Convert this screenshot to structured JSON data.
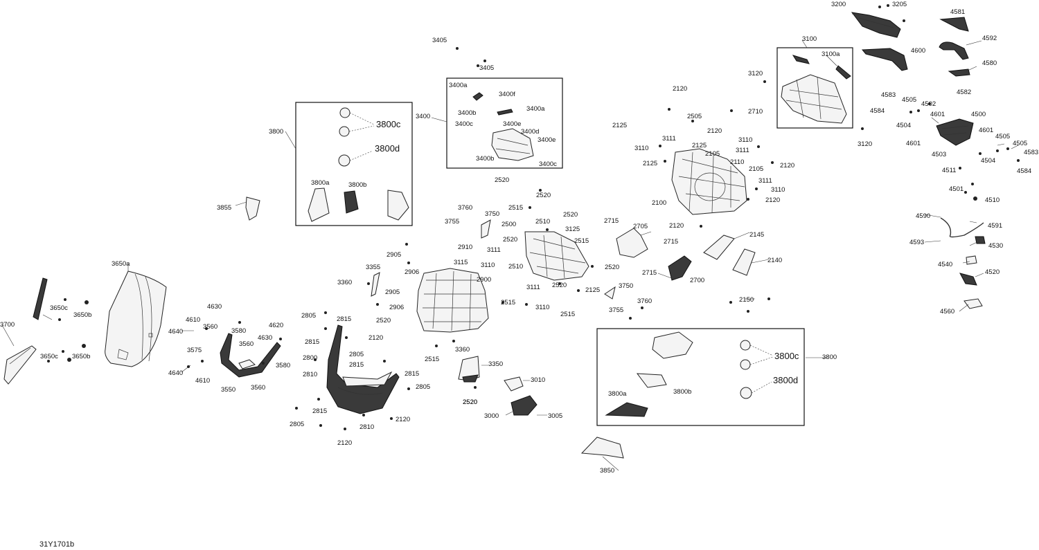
{
  "diagram": {
    "reference": "31Y1701b",
    "callouts": [
      {
        "id": "c3200",
        "text": "3200"
      },
      {
        "id": "c3205",
        "text": "3205"
      },
      {
        "id": "c4581",
        "text": "4581"
      },
      {
        "id": "c4592",
        "text": "4592"
      },
      {
        "id": "c4600",
        "text": "4600"
      },
      {
        "id": "c4580",
        "text": "4580"
      },
      {
        "id": "c3100",
        "text": "3100"
      },
      {
        "id": "c3100a",
        "text": "3100a"
      },
      {
        "id": "c3120a",
        "text": "3120"
      },
      {
        "id": "c3120b",
        "text": "3120"
      },
      {
        "id": "c3405a",
        "text": "3405"
      },
      {
        "id": "c3405b",
        "text": "3405"
      },
      {
        "id": "c3400",
        "text": "3400"
      },
      {
        "id": "c3400a1",
        "text": "3400a"
      },
      {
        "id": "c3400f",
        "text": "3400f"
      },
      {
        "id": "c3400b1",
        "text": "3400b"
      },
      {
        "id": "c3400a2",
        "text": "3400a"
      },
      {
        "id": "c3400c1",
        "text": "3400c"
      },
      {
        "id": "c3400e1",
        "text": "3400e"
      },
      {
        "id": "c3400d",
        "text": "3400d"
      },
      {
        "id": "c3400e2",
        "text": "3400e"
      },
      {
        "id": "c3400b2",
        "text": "3400b"
      },
      {
        "id": "c3400c2",
        "text": "3400c"
      },
      {
        "id": "c3800L",
        "text": "3800"
      },
      {
        "id": "c3800cL",
        "text": "3800c"
      },
      {
        "id": "c3800dL",
        "text": "3800d"
      },
      {
        "id": "c3800aL",
        "text": "3800a"
      },
      {
        "id": "c3800bL",
        "text": "3800b"
      },
      {
        "id": "c3855",
        "text": "3855"
      },
      {
        "id": "c2120a",
        "text": "2120"
      },
      {
        "id": "c2710",
        "text": "2710"
      },
      {
        "id": "c2505",
        "text": "2505"
      },
      {
        "id": "c2125a",
        "text": "2125"
      },
      {
        "id": "c2120b",
        "text": "2120"
      },
      {
        "id": "c3111a",
        "text": "3111"
      },
      {
        "id": "c3110a",
        "text": "3110"
      },
      {
        "id": "c3110b",
        "text": "3110"
      },
      {
        "id": "c2125b",
        "text": "2125"
      },
      {
        "id": "c3111b",
        "text": "3111"
      },
      {
        "id": "c2105a",
        "text": "2105"
      },
      {
        "id": "c2110",
        "text": "2110"
      },
      {
        "id": "c2125c",
        "text": "2125"
      },
      {
        "id": "c2120c",
        "text": "2120"
      },
      {
        "id": "c2105b",
        "text": "2105"
      },
      {
        "id": "c3111c",
        "text": "3111"
      },
      {
        "id": "c3110c",
        "text": "3110"
      },
      {
        "id": "c2120d",
        "text": "2120"
      },
      {
        "id": "c2100",
        "text": "2100"
      },
      {
        "id": "c2120e",
        "text": "2120"
      },
      {
        "id": "c4583a",
        "text": "4583"
      },
      {
        "id": "c4505a",
        "text": "4505"
      },
      {
        "id": "c4582",
        "text": "4582"
      },
      {
        "id": "c4584a",
        "text": "4584"
      },
      {
        "id": "c4502",
        "text": "4502"
      },
      {
        "id": "c4601a",
        "text": "4601"
      },
      {
        "id": "c4500",
        "text": "4500"
      },
      {
        "id": "c4504a",
        "text": "4504"
      },
      {
        "id": "c4601b",
        "text": "4601"
      },
      {
        "id": "c4505b",
        "text": "4505"
      },
      {
        "id": "c4505c",
        "text": "4505"
      },
      {
        "id": "c4601c",
        "text": "4601"
      },
      {
        "id": "c4503",
        "text": "4503"
      },
      {
        "id": "c4504b",
        "text": "4504"
      },
      {
        "id": "c4583b",
        "text": "4583"
      },
      {
        "id": "c4584b",
        "text": "4584"
      },
      {
        "id": "c4511",
        "text": "4511"
      },
      {
        "id": "c4501",
        "text": "4501"
      },
      {
        "id": "c4510",
        "text": "4510"
      },
      {
        "id": "c4590",
        "text": "4590"
      },
      {
        "id": "c4591",
        "text": "4591"
      },
      {
        "id": "c4593",
        "text": "4593"
      },
      {
        "id": "c4530",
        "text": "4530"
      },
      {
        "id": "c4540",
        "text": "4540"
      },
      {
        "id": "c4520",
        "text": "4520"
      },
      {
        "id": "c4560",
        "text": "4560"
      },
      {
        "id": "c2520a",
        "text": "2520"
      },
      {
        "id": "c2520b",
        "text": "2520"
      },
      {
        "id": "c2515a",
        "text": "2515"
      },
      {
        "id": "c2520c",
        "text": "2520"
      },
      {
        "id": "c3760a",
        "text": "3760"
      },
      {
        "id": "c3750a",
        "text": "3750"
      },
      {
        "id": "c2510",
        "text": "2510"
      },
      {
        "id": "c3755a",
        "text": "3755"
      },
      {
        "id": "c2500",
        "text": "2500"
      },
      {
        "id": "c3125",
        "text": "3125"
      },
      {
        "id": "c2520d",
        "text": "2520"
      },
      {
        "id": "c2515b",
        "text": "2515"
      },
      {
        "id": "c2910",
        "text": "2910"
      },
      {
        "id": "c3111d",
        "text": "3111"
      },
      {
        "id": "c2905a",
        "text": "2905"
      },
      {
        "id": "c3115",
        "text": "3115"
      },
      {
        "id": "c3110d",
        "text": "3110"
      },
      {
        "id": "c2510b",
        "text": "2510"
      },
      {
        "id": "c2520e",
        "text": "2520"
      },
      {
        "id": "c2906a",
        "text": "2906"
      },
      {
        "id": "c2900",
        "text": "2900"
      },
      {
        "id": "c3111e",
        "text": "3111"
      },
      {
        "id": "c2520f",
        "text": "2520"
      },
      {
        "id": "c2125d",
        "text": "2125"
      },
      {
        "id": "c3750b",
        "text": "3750"
      },
      {
        "id": "c2905b",
        "text": "2905"
      },
      {
        "id": "c2515c",
        "text": "2515"
      },
      {
        "id": "c3110e",
        "text": "3110"
      },
      {
        "id": "c2515d",
        "text": "2515"
      },
      {
        "id": "c3755b",
        "text": "3755"
      },
      {
        "id": "c3760b",
        "text": "3760"
      },
      {
        "id": "c2906b",
        "text": "2906"
      },
      {
        "id": "c2520g",
        "text": "2520"
      },
      {
        "id": "c2705",
        "text": "2705"
      },
      {
        "id": "c2715a",
        "text": "2715"
      },
      {
        "id": "c2715b",
        "text": "2715"
      },
      {
        "id": "c2715c",
        "text": "2715"
      },
      {
        "id": "c2700",
        "text": "2700"
      },
      {
        "id": "c2145",
        "text": "2145"
      },
      {
        "id": "c2140",
        "text": "2140"
      },
      {
        "id": "c2150",
        "text": "2150"
      },
      {
        "id": "c3355",
        "text": "3355"
      },
      {
        "id": "c3360a",
        "text": "3360"
      },
      {
        "id": "c2520h",
        "text": "2520"
      },
      {
        "id": "c2515e",
        "text": "2515"
      },
      {
        "id": "c3360b",
        "text": "3360"
      },
      {
        "id": "c3350",
        "text": "3350"
      },
      {
        "id": "c3010",
        "text": "3010"
      },
      {
        "id": "c2520i",
        "text": "2520"
      },
      {
        "id": "c3000",
        "text": "3000"
      },
      {
        "id": "c3005",
        "text": "3005"
      },
      {
        "id": "c3650a",
        "text": "3650a"
      },
      {
        "id": "c3650c1",
        "text": "3650c"
      },
      {
        "id": "c3650b1",
        "text": "3650b"
      },
      {
        "id": "c3700",
        "text": "3700"
      },
      {
        "id": "c3650c2",
        "text": "3650c"
      },
      {
        "id": "c3650b2",
        "text": "3650b"
      },
      {
        "id": "c4630a",
        "text": "4630"
      },
      {
        "id": "c4610a",
        "text": "4610"
      },
      {
        "id": "c3560a",
        "text": "3560"
      },
      {
        "id": "c4620",
        "text": "4620"
      },
      {
        "id": "c4640a",
        "text": "4640"
      },
      {
        "id": "c3580a",
        "text": "3580"
      },
      {
        "id": "c4630b",
        "text": "4630"
      },
      {
        "id": "c3560b",
        "text": "3560"
      },
      {
        "id": "c3575",
        "text": "3575"
      },
      {
        "id": "c3580b",
        "text": "3580"
      },
      {
        "id": "c4640b",
        "text": "4640"
      },
      {
        "id": "c4610b",
        "text": "4610"
      },
      {
        "id": "c3550",
        "text": "3550"
      },
      {
        "id": "c3560c",
        "text": "3560"
      },
      {
        "id": "c2805a",
        "text": "2805"
      },
      {
        "id": "c2815a",
        "text": "2815"
      },
      {
        "id": "c2815b",
        "text": "2815"
      },
      {
        "id": "c2120f",
        "text": "2120"
      },
      {
        "id": "c2805b",
        "text": "2805"
      },
      {
        "id": "c2800",
        "text": "2800"
      },
      {
        "id": "c2815c",
        "text": "2815"
      },
      {
        "id": "c2810a",
        "text": "2810"
      },
      {
        "id": "c2815d",
        "text": "2815"
      },
      {
        "id": "c2805c",
        "text": "2805"
      },
      {
        "id": "c2815e",
        "text": "2815"
      },
      {
        "id": "c2810b",
        "text": "2810"
      },
      {
        "id": "c2120g",
        "text": "2120"
      },
      {
        "id": "c2805d",
        "text": "2805"
      },
      {
        "id": "c2120h",
        "text": "2120"
      },
      {
        "id": "c3800R",
        "text": "3800"
      },
      {
        "id": "c3800cR",
        "text": "3800c"
      },
      {
        "id": "c3800dR",
        "text": "3800d"
      },
      {
        "id": "c3800bR",
        "text": "3800b"
      },
      {
        "id": "c3800aR",
        "text": "3800a"
      },
      {
        "id": "c3850",
        "text": "3850"
      }
    ]
  }
}
